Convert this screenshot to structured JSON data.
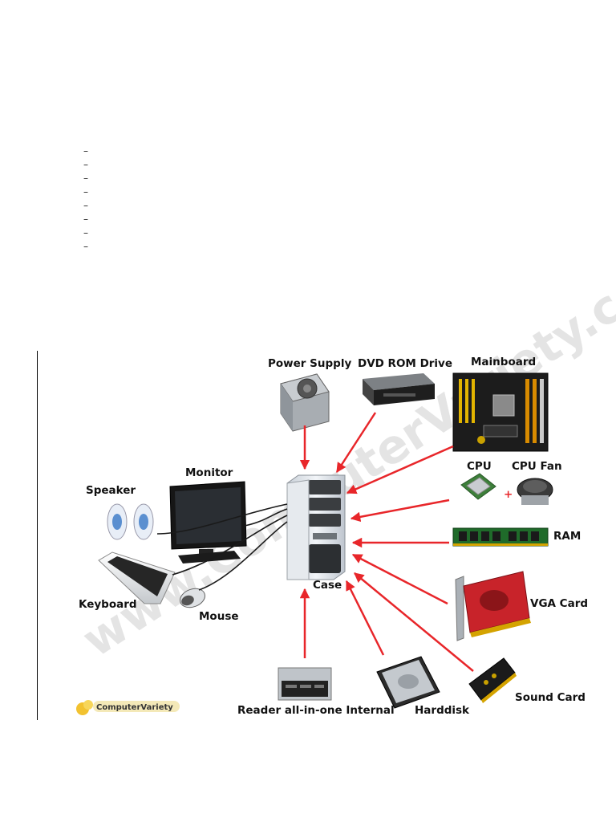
{
  "dash_items": [
    "–",
    "–",
    "–",
    "–",
    "–",
    "–",
    "–",
    "–"
  ],
  "watermark": "www.ComputerVariety.com",
  "logo": "ComputerVariety",
  "labels": {
    "power_supply": "Power Supply",
    "dvd_rom": "DVD ROM Drive",
    "mainboard": "Mainboard",
    "monitor": "Monitor",
    "speaker": "Speaker",
    "cpu": "CPU",
    "plus": "+",
    "cpu_fan": "CPU Fan",
    "ram": "RAM",
    "keyboard": "Keyboard",
    "mouse": "Mouse",
    "case": "Case",
    "vga_card": "VGA Card",
    "sound_card": "Sound Card",
    "reader": "Reader all-in-one Internal",
    "harddisk": "Harddisk"
  },
  "colors": {
    "arrow": "#e8262a",
    "case": "#d9dfe6",
    "pcb_green": "#1f6b2a",
    "mainboard": "#202020",
    "vga_red": "#c8232a"
  }
}
